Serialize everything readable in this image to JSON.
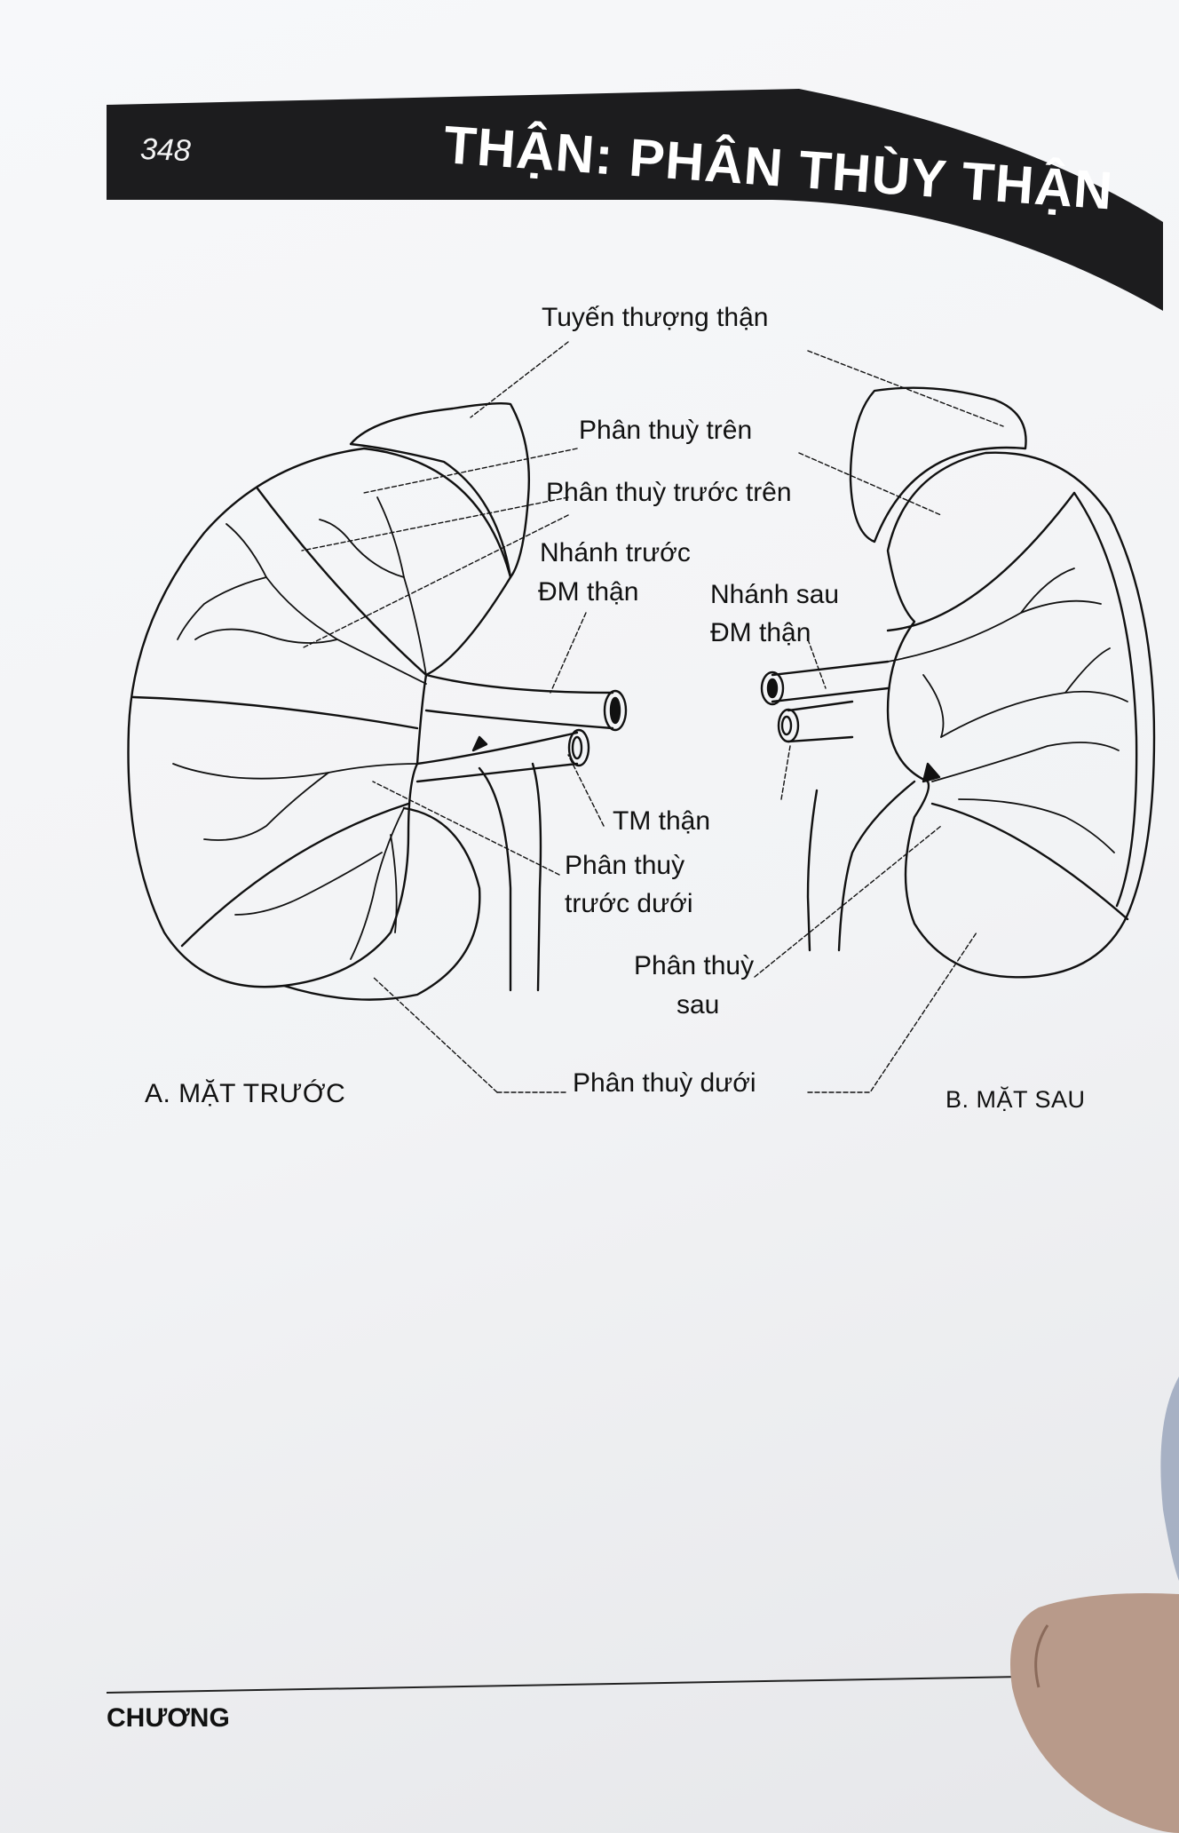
{
  "header": {
    "page_number": "348",
    "title": "THẬN: PHÂN THÙY THẬN"
  },
  "labels": {
    "adrenal": "Tuyến thượng thận",
    "superior_segment": "Phân thuỳ trên",
    "anterior_superior_segment": "Phân thuỳ trước trên",
    "anterior_branch_line1": "Nhánh trước",
    "anterior_branch_line2": "ĐM thận",
    "posterior_branch_line1": "Nhánh sau",
    "posterior_branch_line2": "ĐM thận",
    "renal_vein": "TM thận",
    "anterior_inferior_line1": "Phân thuỳ",
    "anterior_inferior_line2": "trước dưới",
    "posterior_segment_line1": "Phân thuỳ",
    "posterior_segment_line2": "sau",
    "inferior_segment": "Phân thuỳ dưới"
  },
  "views": {
    "anterior": "A.  MẶT TRƯỚC",
    "posterior": "B. MẶT SAU"
  },
  "footer": {
    "chapter": "CHƯƠNG"
  },
  "colors": {
    "header_band": "#1c1c1e",
    "ink": "#111111",
    "paper": "#f4f5f7"
  }
}
